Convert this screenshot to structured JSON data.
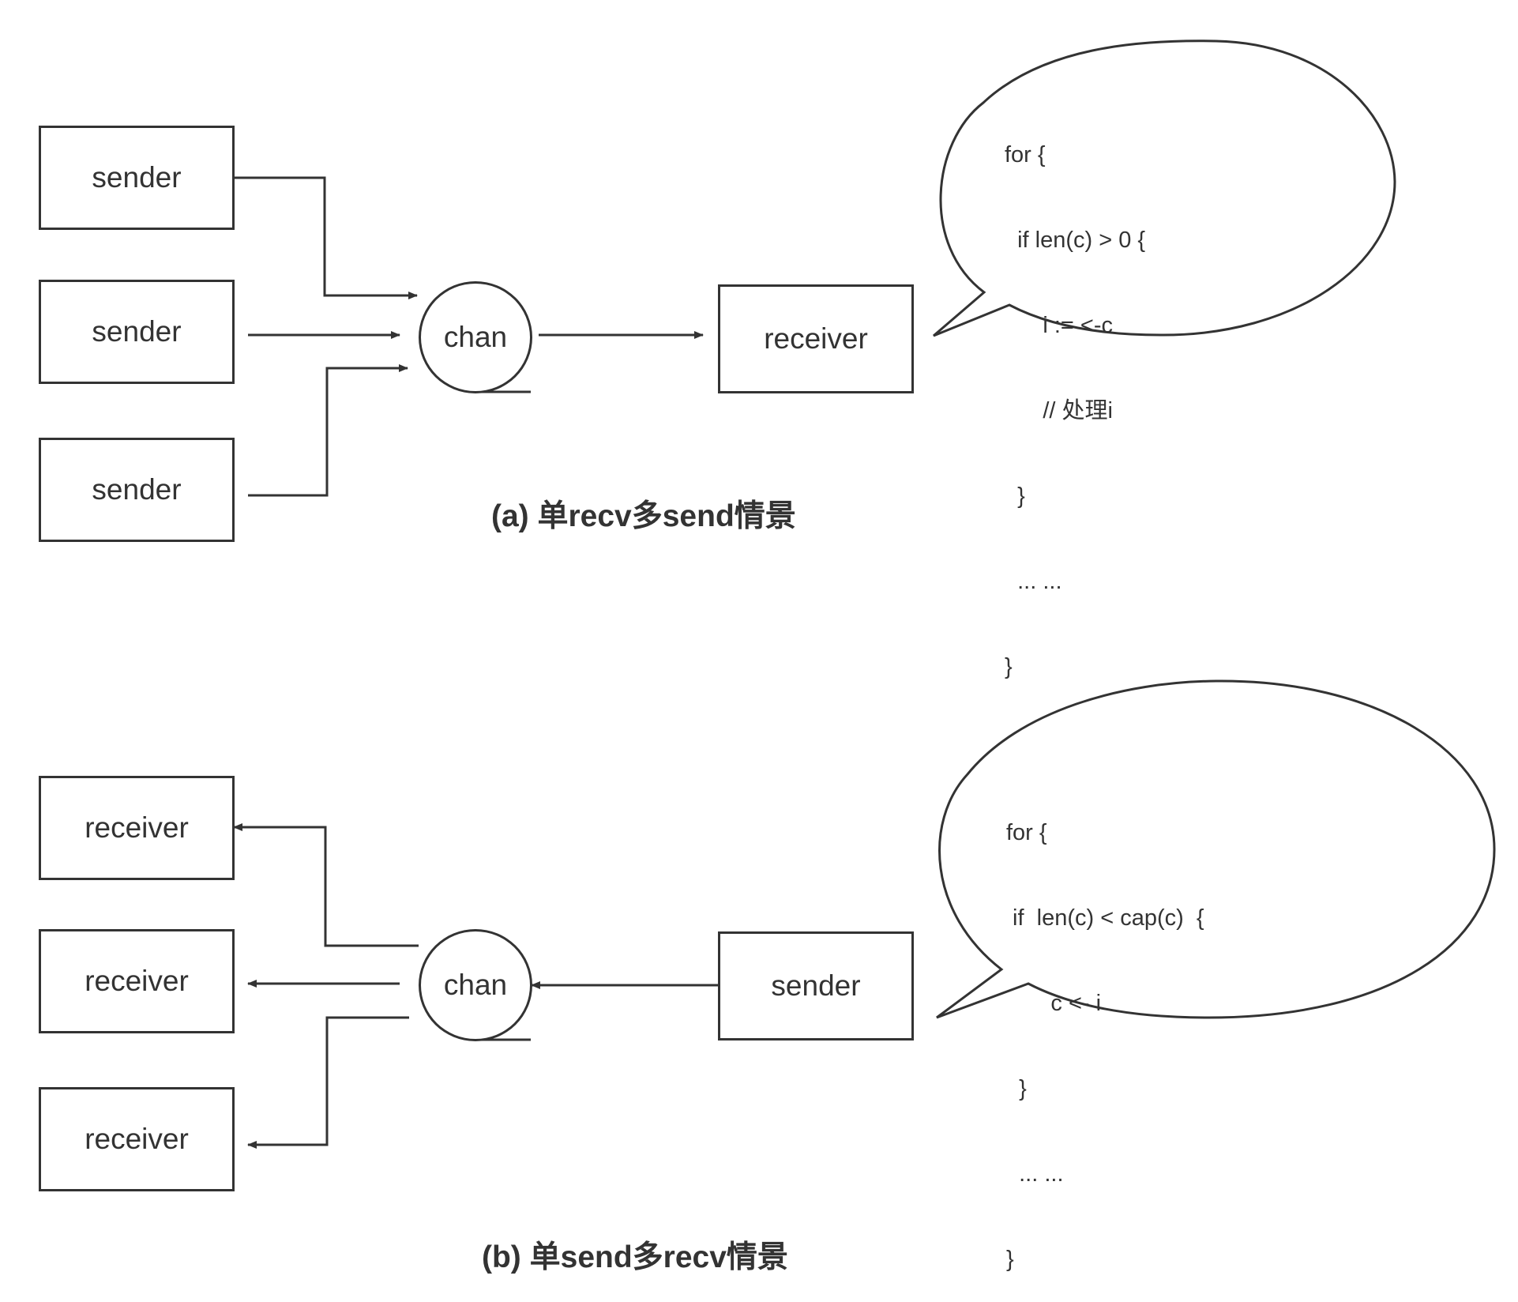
{
  "diagram_a": {
    "senders": [
      "sender",
      "sender",
      "sender"
    ],
    "channel": "chan",
    "receiver": "receiver",
    "code_lines": [
      "for {",
      "  if len(c) > 0 {",
      "      i := <-c",
      "      // 处理i",
      "  }",
      "  ... ...",
      "}"
    ],
    "caption": "(a) 单recv多send情景"
  },
  "diagram_b": {
    "receivers": [
      "receiver",
      "receiver",
      "receiver"
    ],
    "channel": "chan",
    "sender": "sender",
    "code_lines": [
      "for {",
      " if  len(c) < cap(c)  {",
      "       c <- i",
      "  }",
      "  ... ...",
      "}"
    ],
    "caption": "(b) 单send多recv情景"
  }
}
